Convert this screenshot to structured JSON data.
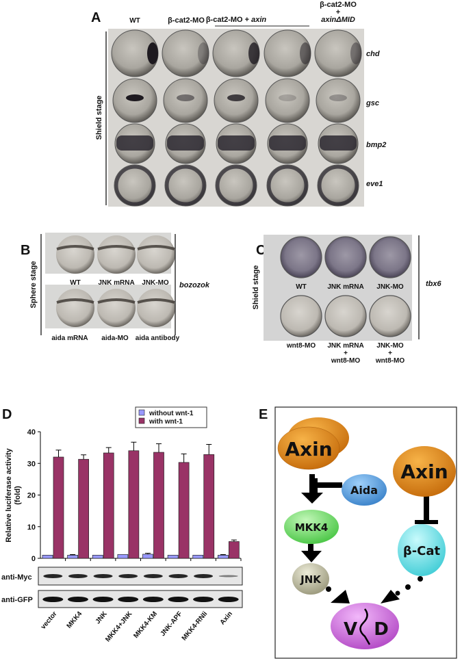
{
  "panelA": {
    "letter": "A",
    "stage": "Shield stage",
    "columns": [
      "WT",
      "β-cat2-MO",
      "β-cat2-MO + ",
      "axin",
      "β-cat2-MO",
      "+",
      "axinΔMID"
    ],
    "genes": [
      "chd",
      "gsc",
      "bmp2",
      "eve1"
    ]
  },
  "panelB": {
    "letter": "B",
    "stage": "Sphere stage",
    "gene": "bozozok",
    "row1": [
      "WT",
      "JNK mRNA",
      "JNK-MO"
    ],
    "row2": [
      "aida mRNA",
      "aida-MO",
      "aida antibody"
    ]
  },
  "panelC": {
    "letter": "C",
    "stage": "Shield stage",
    "gene": "tbx6",
    "row1": [
      "WT",
      "JNK mRNA",
      "JNK-MO"
    ],
    "row2": [
      [
        "wnt8-MO"
      ],
      [
        "JNK mRNA",
        "+",
        "wnt8-MO"
      ],
      [
        "JNK-MO",
        "+",
        "wnt8-MO"
      ]
    ]
  },
  "panelD": {
    "letter": "D",
    "blots": [
      "anti-Myc",
      "anti-GFP"
    ]
  },
  "chart_data": {
    "type": "bar",
    "title": "",
    "xlabel": "",
    "ylabel": "Relative luciferase activity (fold)",
    "ylabel_lines": [
      "Relative luciferase activity",
      "(fold)"
    ],
    "ylim": [
      0,
      40
    ],
    "yticks": [
      "0",
      "10",
      "20",
      "30",
      "40"
    ],
    "legend_placement": "top-right",
    "categories": [
      "vector",
      "MKK4",
      "JNK",
      "MKK4+JNK",
      "MKK4-KM",
      "JNK-APF",
      "MKK4-RNIi",
      "Axin"
    ],
    "series": [
      {
        "name": "without wnt-1",
        "color": "#9999ff",
        "values": [
          1,
          1,
          1,
          1.2,
          1.3,
          1,
          1,
          1
        ],
        "errors": [
          0,
          0.2,
          0,
          0,
          0.3,
          0,
          0,
          0.2
        ]
      },
      {
        "name": "with wnt-1",
        "color": "#993366",
        "values": [
          32,
          31.3,
          33.3,
          34,
          33.5,
          30.3,
          32.8,
          5.3
        ],
        "errors": [
          2.2,
          1.4,
          1.7,
          2.7,
          2.7,
          2.7,
          3.2,
          0.5
        ]
      }
    ]
  },
  "panelE": {
    "letter": "E",
    "nodes": {
      "axin1": "Axin",
      "aida": "Aida",
      "axin2": "Axin",
      "mkk4": "MKK4",
      "bcat": "β-Cat",
      "jnk": "JNK",
      "vd_left": "V",
      "vd_right": "D"
    },
    "colors": {
      "axin": "#e08a1e",
      "aida": "#5aa8e6",
      "mkk4": "#7ee07a",
      "bcat": "#7ee8ee",
      "jnk": "#c8c6a8",
      "vd": "#d97ae6"
    }
  }
}
